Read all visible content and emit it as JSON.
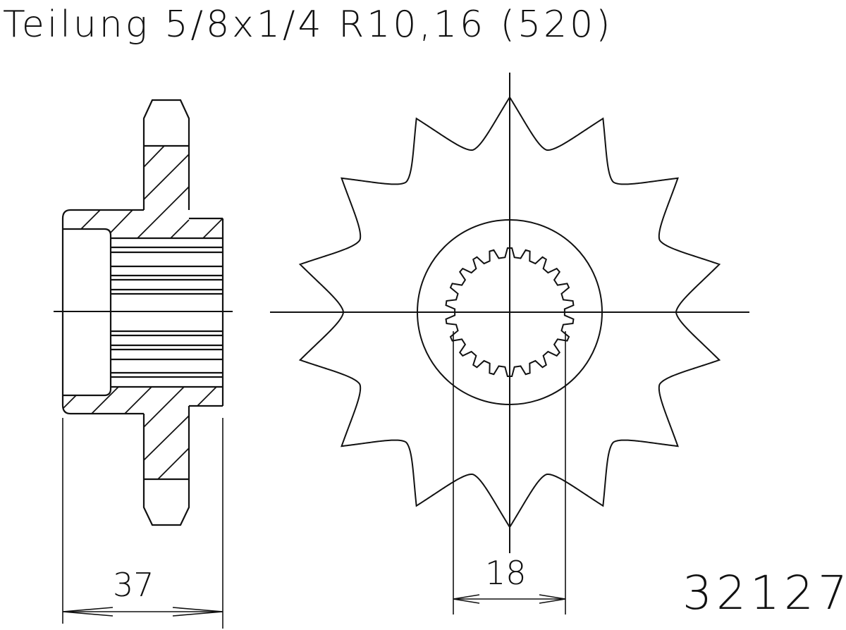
{
  "title": "Teilung 5/8x1/4 R10,16 (520)",
  "part_number": "32127",
  "dimensions": {
    "hub_width": "37",
    "spline_width": "18"
  },
  "sprocket": {
    "teeth": 14,
    "spline_teeth": 22
  },
  "colors": {
    "line": "#111111",
    "background": "#ffffff"
  }
}
